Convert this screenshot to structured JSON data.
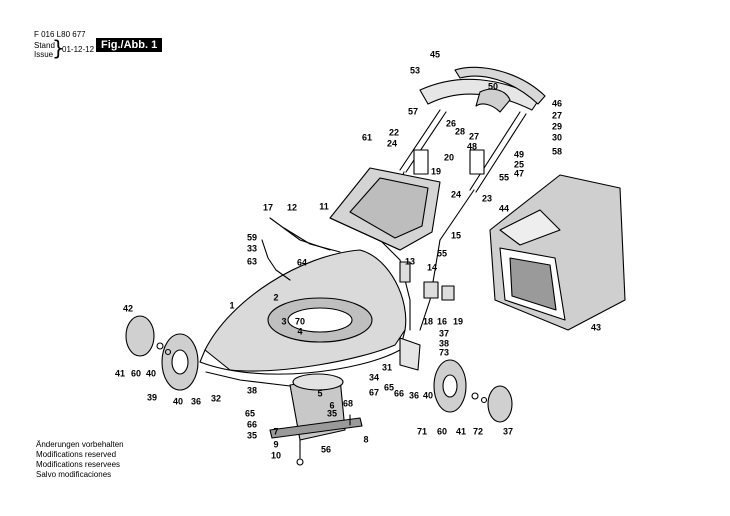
{
  "header": {
    "part_number": "F 016 L80 677",
    "stand_label": "Stand",
    "issue_label": "Issue",
    "date": "01-12-12",
    "figure": "Fig./Abb. 1"
  },
  "notes": [
    "Änderungen vorbehalten",
    "Modifications reserved",
    "Modifications reservees",
    "Salvo modificaciones"
  ],
  "callouts": [
    "45",
    "53",
    "50",
    "46",
    "27",
    "29",
    "30",
    "57",
    "26",
    "28",
    "27",
    "48",
    "22",
    "61",
    "24",
    "20",
    "19",
    "49",
    "25",
    "47",
    "58",
    "55",
    "24",
    "23",
    "11",
    "17",
    "12",
    "15",
    "59",
    "33",
    "63",
    "64",
    "13",
    "14",
    "55",
    "44",
    "42",
    "1",
    "2",
    "3",
    "70",
    "4",
    "18",
    "16",
    "19",
    "43",
    "37",
    "38",
    "73",
    "41",
    "60",
    "40",
    "39",
    "40",
    "36",
    "32",
    "38",
    "31",
    "34",
    "5",
    "6",
    "35",
    "68",
    "67",
    "65",
    "66",
    "36",
    "40",
    "71",
    "60",
    "41",
    "72",
    "37",
    "65",
    "66",
    "35",
    "7",
    "9",
    "10",
    "56",
    "8"
  ]
}
